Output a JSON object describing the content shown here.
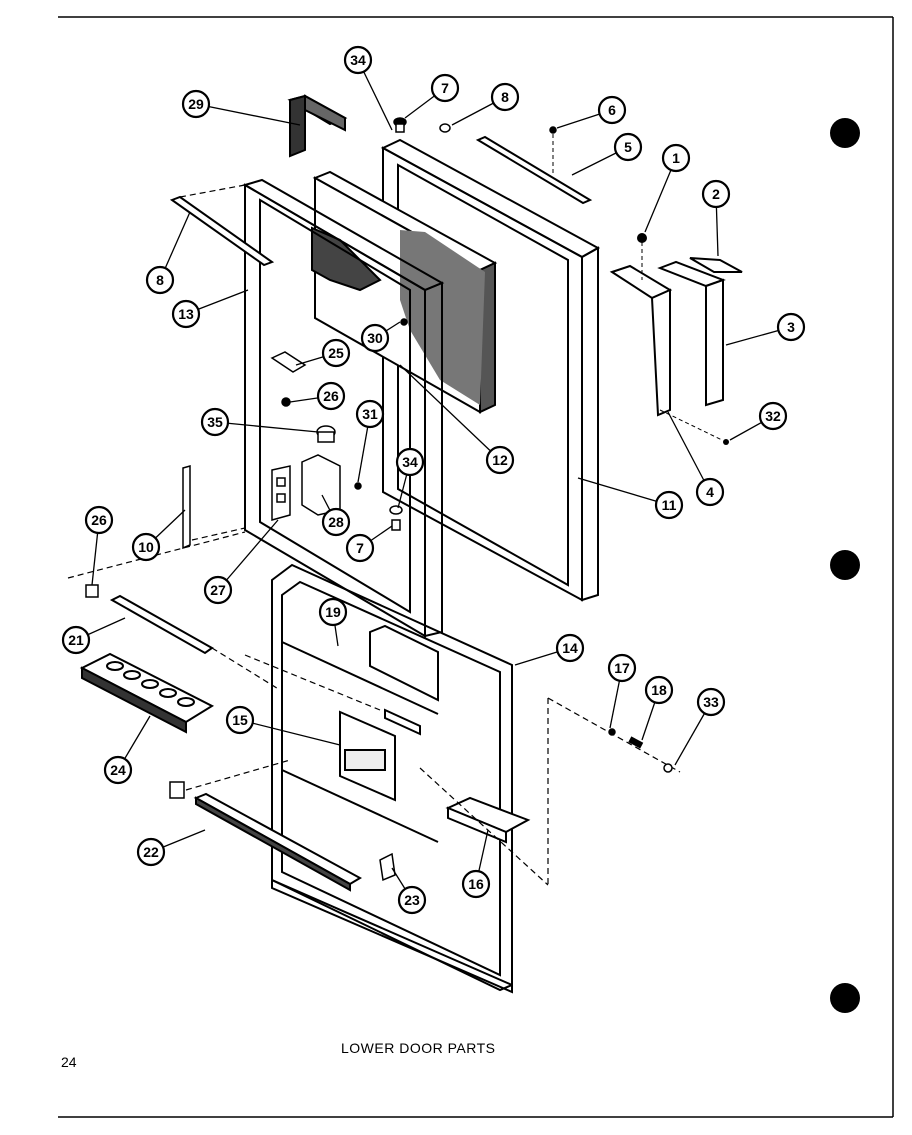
{
  "diagram": {
    "caption": "LOWER DOOR PARTS",
    "page_number": "24",
    "callouts": {
      "c34a": "34",
      "c7a": "7",
      "c8a": "8",
      "c6": "6",
      "c5": "5",
      "c29a": "29",
      "c8b": "8",
      "c13": "13",
      "c30": "30",
      "c25": "25",
      "c26a": "26",
      "c35": "35",
      "c31": "31",
      "c34b": "34",
      "c28": "28",
      "c7b": "7",
      "c27": "27",
      "c12": "12",
      "c11": "11",
      "c1": "1",
      "c2": "2",
      "c3": "3",
      "c4": "4",
      "c32": "32",
      "c10": "10",
      "c26b": "26",
      "c21": "21",
      "c24": "24",
      "c19": "19",
      "c14": "14",
      "c15": "15",
      "c22": "22",
      "c23": "23",
      "c16": "16",
      "c17": "17",
      "c18": "18",
      "c33": "33"
    }
  }
}
